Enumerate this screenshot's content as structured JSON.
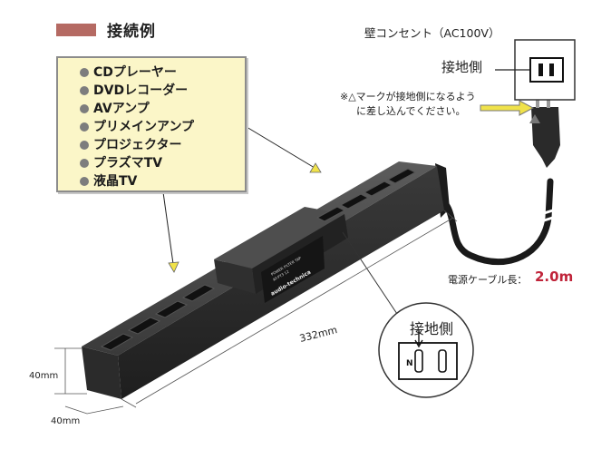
{
  "title": "接続例",
  "devices": [
    "CDプレーヤー",
    "DVDレコーダー",
    "AVアンプ",
    "プリメインアンプ",
    "プロジェクター",
    "プラズマTV",
    "液晶TV"
  ],
  "wall_outlet": {
    "label": "壁コンセント（AC100V）",
    "ground_side": "接地側",
    "note_line1": "※△マークが接地側になるよう",
    "note_line2": "に差し込んでください。"
  },
  "cable": {
    "label": "電源ケーブル長：",
    "value": "2.0m"
  },
  "closeup": {
    "ground_side": "接地側",
    "n_mark": "N"
  },
  "dimensions": {
    "length": "332mm",
    "height": "40mm",
    "width": "40mm"
  },
  "product_print": [
    "POWER FILTER TAP",
    "AT-PT3 12",
    "audio-technica"
  ],
  "colors": {
    "title_swatch": "#b56a63",
    "cable_length": "#c0243a",
    "device_box": "#fbf6c8",
    "arrow": "#e0d020"
  }
}
